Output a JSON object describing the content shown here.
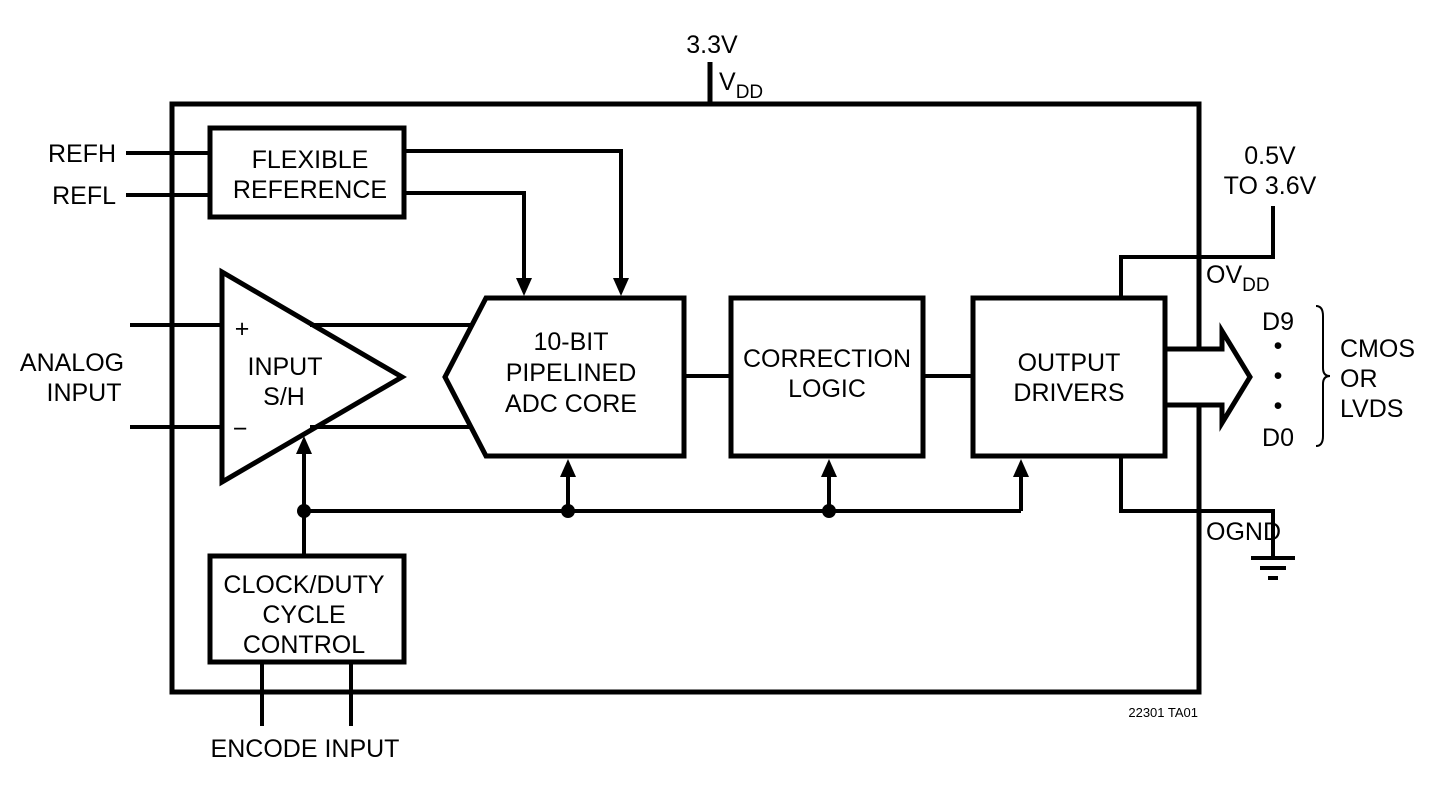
{
  "supply": {
    "voltage": "3.3V",
    "name": "V",
    "sub": "DD"
  },
  "ref_pins": {
    "high": "REFH",
    "low": "REFL"
  },
  "flexible_reference": {
    "line1": "FLEXIBLE",
    "line2": "REFERENCE"
  },
  "analog_input": {
    "line1": "ANALOG",
    "line2": "INPUT",
    "plus": "+",
    "minus": "−"
  },
  "sample_hold": {
    "line1": "INPUT",
    "line2": "S/H"
  },
  "adc_core": {
    "line1": "10-BIT",
    "line2": "PIPELINED",
    "line3": "ADC CORE"
  },
  "correction": {
    "line1": "CORRECTION",
    "line2": "LOGIC"
  },
  "output_drivers": {
    "line1": "OUTPUT",
    "line2": "DRIVERS"
  },
  "ovdd": {
    "range1": "0.5V",
    "range2": "TO 3.6V",
    "name": "OV",
    "sub": "DD"
  },
  "outputs": {
    "top": "D9",
    "bottom": "D0",
    "bullet": "•",
    "type1": "CMOS",
    "type2": "OR",
    "type3": "LVDS"
  },
  "ognd": "OGND",
  "clock": {
    "line1": "CLOCK/DUTY",
    "line2": "CYCLE",
    "line3": "CONTROL"
  },
  "encode_input": "ENCODE INPUT",
  "figure_id": "22301 TA01"
}
